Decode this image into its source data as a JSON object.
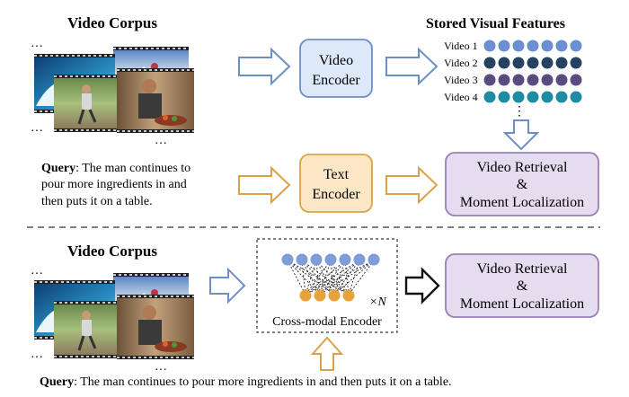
{
  "top": {
    "corpus_title": "Video Corpus",
    "video_encoder": {
      "line1": "Video",
      "line2": "Encoder"
    },
    "stored_title": "Stored Visual Features",
    "videos": [
      {
        "label": "Video 1",
        "color": "#6b8fd1"
      },
      {
        "label": "Video 2",
        "color": "#27425e"
      },
      {
        "label": "Video 3",
        "color": "#5b4a82"
      },
      {
        "label": "Video 4",
        "color": "#1e8aa3"
      }
    ],
    "query_label": "Query",
    "query_lines": [
      ": The man continues to",
      "pour more ingredients in and",
      "then puts it on a table."
    ],
    "text_encoder": {
      "line1": "Text",
      "line2": "Encoder"
    },
    "result": {
      "line1": "Video Retrieval",
      "line2": "&",
      "line3": "Moment Localization"
    }
  },
  "bottom": {
    "corpus_title": "Video Corpus",
    "cross_modal_label": "Cross-modal Encoder",
    "times_n": "×N",
    "result": {
      "line1": "Video Retrieval",
      "line2": "&",
      "line3": "Moment Localization"
    },
    "query_label": "Query",
    "query_text": ": The man continues to pour more ingredients in and then puts it on a table."
  },
  "ellipsis": "…",
  "vdots": "⋮",
  "colors": {
    "blue_box_fill": "#dde8f8",
    "blue_box_stroke": "#6d8fc4",
    "orange_box_fill": "#fbe7c6",
    "orange_box_stroke": "#dba24a",
    "purple_box_fill": "#e6dcef",
    "purple_box_stroke": "#9a80b7",
    "blue_node": "#7f9dd6",
    "orange_node": "#e8a23c"
  }
}
